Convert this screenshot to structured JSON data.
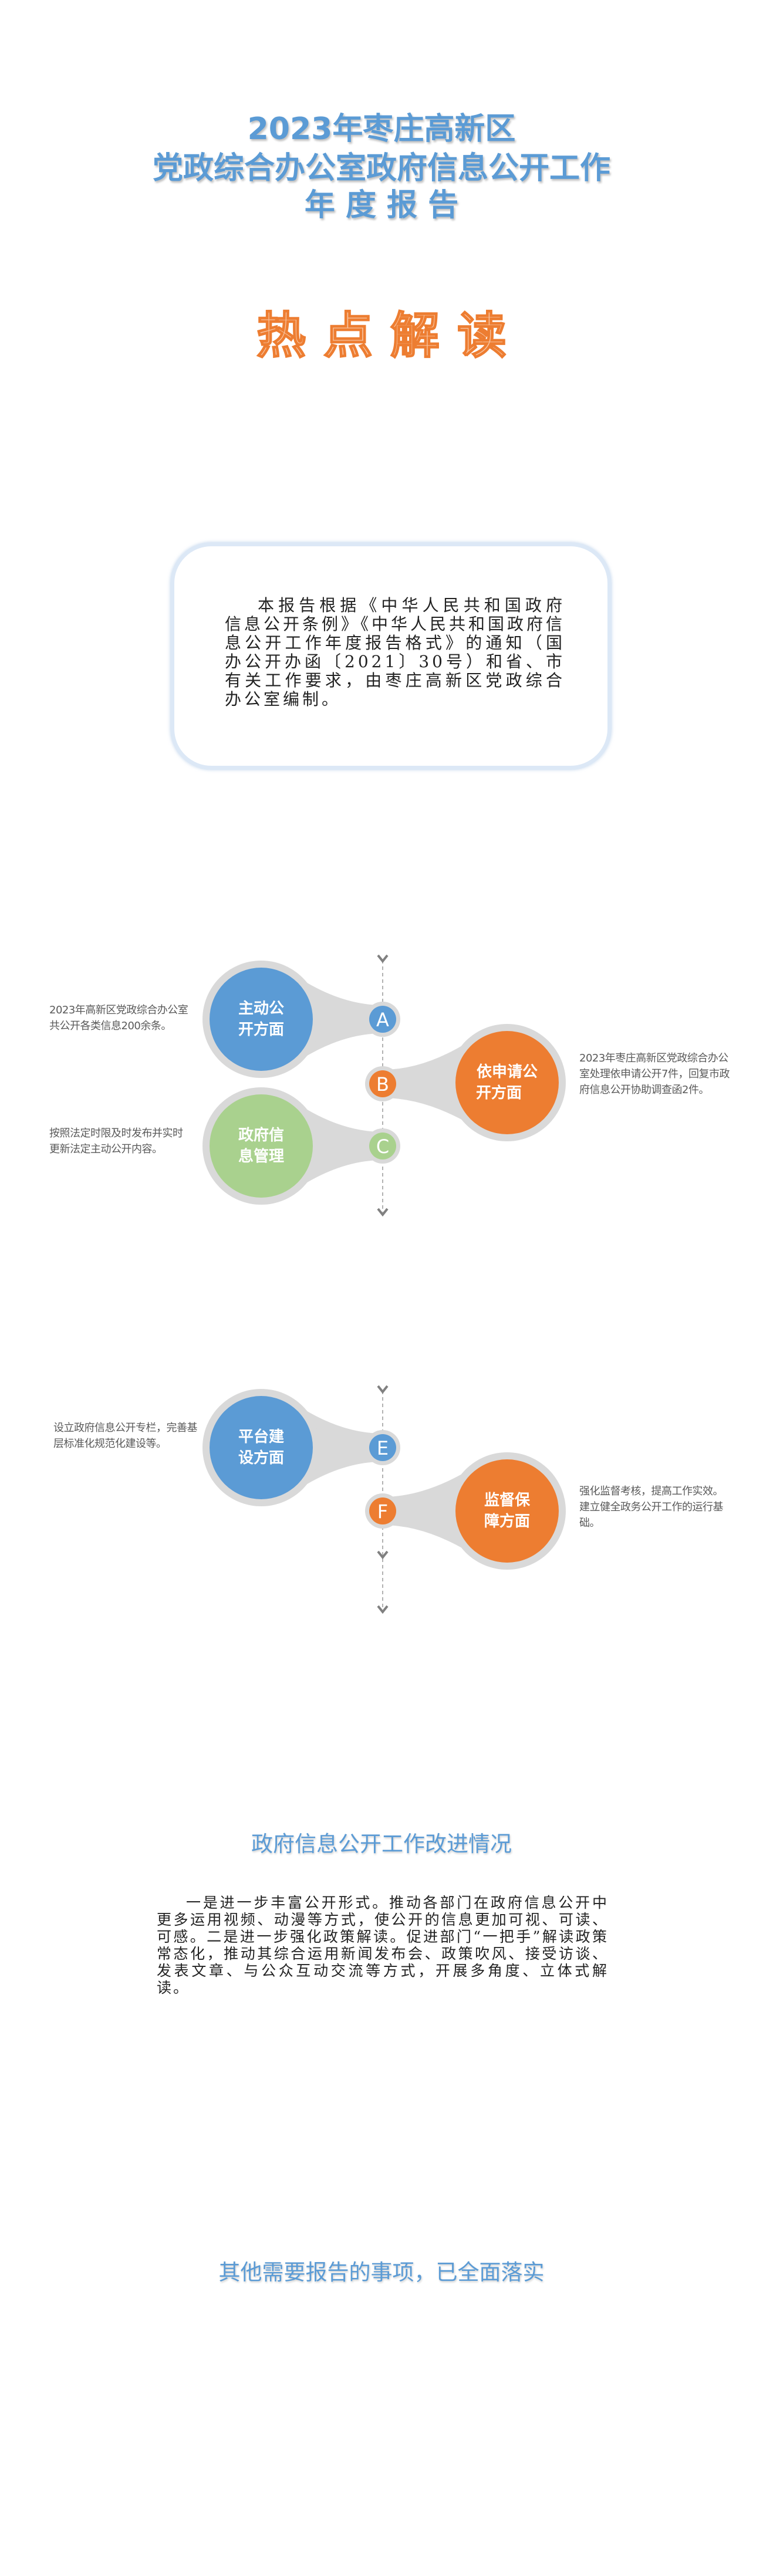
{
  "header": {
    "title_line1": "2023年枣庄高新区",
    "title_line2": "党政综合办公室政府信息公开工作",
    "title_line3": "年 度 报 告",
    "hot_title": "热点解读"
  },
  "intro": {
    "text": "本报告根据《中华人民共和国政府信息公开条例》《中华人民共和国政府信息公开工作年度报告格式》的通知（国办公开办函〔2021〕30号）和省、市有关工作要求，由枣庄高新区党政综合办公室编制。"
  },
  "diagram1": {
    "nodes": [
      {
        "letter": "A",
        "label1": "主动公",
        "label2": "开方面",
        "desc": "2023年高新区党政综合办公室共公开各类信息200余条。",
        "color": "#5b9bd5"
      },
      {
        "letter": "B",
        "label1": "依申请公",
        "label2": "开方面",
        "desc": "2023年枣庄高新区党政综合办公室处理依申请公开7件，回复市政府信息公开协助调查函2件。",
        "color": "#ed7d31"
      },
      {
        "letter": "C",
        "label1": "政府信",
        "label2": "息管理",
        "desc": "按照法定时限及时发布并实时更新法定主动公开内容。",
        "color": "#a9d18e"
      }
    ]
  },
  "diagram2": {
    "nodes": [
      {
        "letter": "E",
        "label1": "平台建",
        "label2": "设方面",
        "desc": "设立政府信息公开专栏，完善基层标准化规范化建设等。",
        "color": "#5b9bd5"
      },
      {
        "letter": "F",
        "label1": "监督保",
        "label2": "障方面",
        "desc": "强化监督考核，提高工作实效。建立健全政务公开工作的运行基础。",
        "color": "#ed7d31"
      }
    ]
  },
  "improvement": {
    "heading": "政府信息公开工作改进情况",
    "text": "一是进一步丰富公开形式。推动各部门在政府信息公开中更多运用视频、动漫等方式，使公开的信息更加可视、可读、可感。二是进一步强化政策解读。促进部门“一把手”解读政策常态化，推动其综合运用新闻发布会、政策吹风、接受访谈、发表文章、与公众互动交流等方式，开展多角度、立体式解读。"
  },
  "other": {
    "heading": "其他需要报告的事项，已全面落实"
  }
}
